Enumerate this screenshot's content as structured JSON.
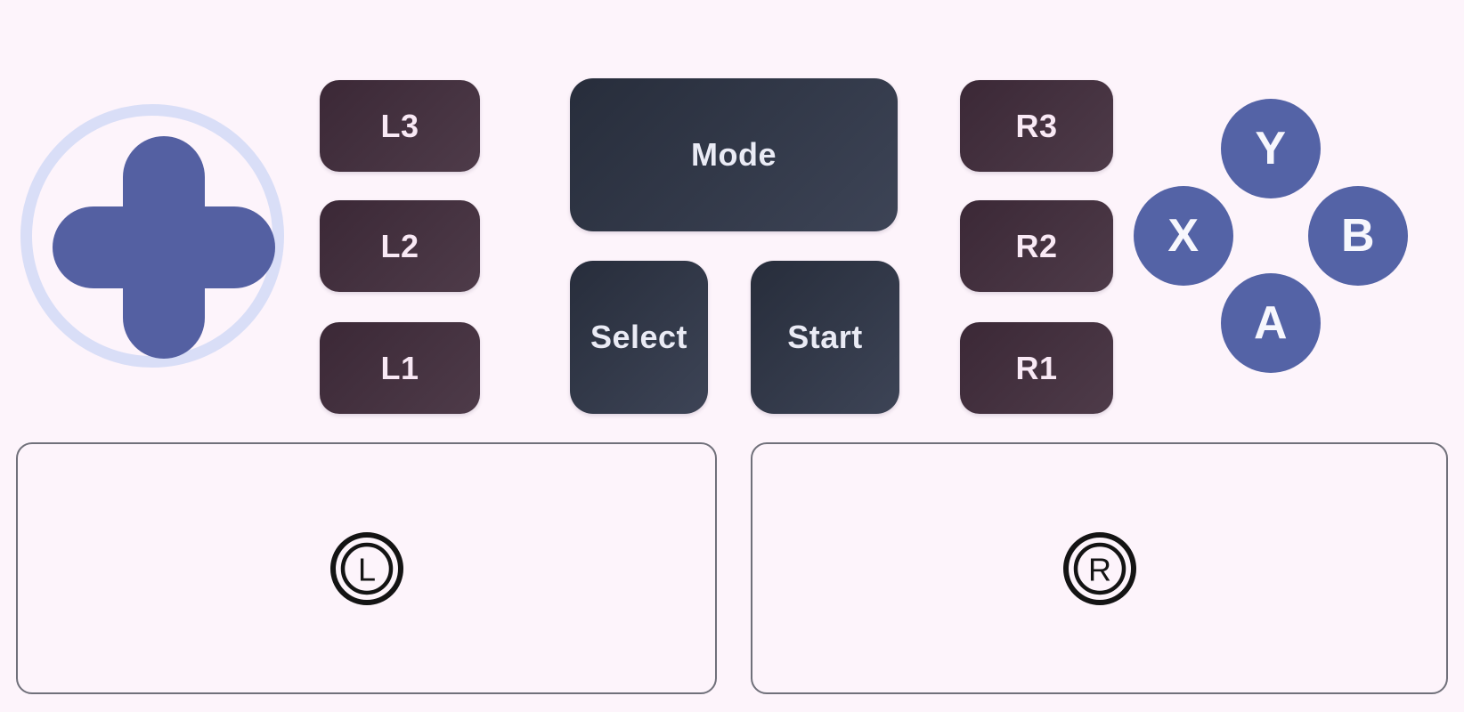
{
  "colors": {
    "background": "#FDF4FB",
    "dpad_cross": "#5460A2",
    "dpad_ring": "#D9DEF7",
    "shoulder_button_gradient_start": "#3B2836",
    "shoulder_button_gradient_end": "#4E3B49",
    "center_button_gradient_start": "#272D3B",
    "center_button_gradient_end": "#3D4456",
    "face_button": "#5463A6",
    "shoulder_text": "#F9E9F5",
    "center_text": "#EAEBF5",
    "face_text": "#F7F7FD",
    "trackpad_border": "#70707A",
    "trackpad_icon": "#141414"
  },
  "dpad": {
    "description": "directional pad cross inside ring"
  },
  "left_shoulder_buttons": [
    {
      "label": "L3"
    },
    {
      "label": "L2"
    },
    {
      "label": "L1"
    }
  ],
  "center_buttons": {
    "mode": {
      "label": "Mode"
    },
    "select": {
      "label": "Select"
    },
    "start": {
      "label": "Start"
    }
  },
  "right_shoulder_buttons": [
    {
      "label": "R3"
    },
    {
      "label": "R2"
    },
    {
      "label": "R1"
    }
  ],
  "face_buttons": [
    {
      "label": "Y",
      "position": "top"
    },
    {
      "label": "X",
      "position": "left"
    },
    {
      "label": "B",
      "position": "right"
    },
    {
      "label": "A",
      "position": "bottom"
    }
  ],
  "trackpads": [
    {
      "label": "L"
    },
    {
      "label": "R"
    }
  ]
}
